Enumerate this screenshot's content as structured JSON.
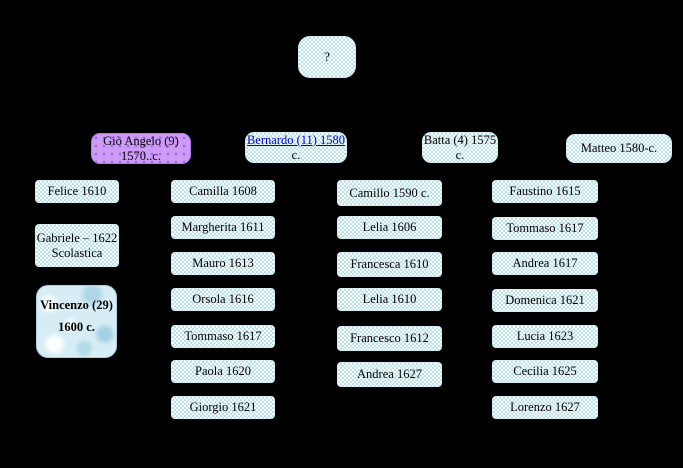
{
  "colors": {
    "background": "#000000",
    "box_checker_blue": "#b7e3eb",
    "box_purple": "#cb9bf9",
    "box_water_blue": "#d7edf5",
    "link_blue": "#0000dd",
    "text": "#000000"
  },
  "root": {
    "label": "?"
  },
  "generation2": [
    {
      "line1": "Giò Angelo (9)",
      "line2": "1570..c."
    },
    {
      "line1": "Bernardo (11) 1580",
      "line2": "c."
    },
    {
      "line1": "Batta (4) 1575",
      "line2": "c."
    },
    {
      "line1": "Matteo 1580-c."
    }
  ],
  "column_left": [
    {
      "line1": "Felice 1610"
    },
    {
      "line1": "Gabriele – 1622",
      "line2": "Scolastica"
    },
    {
      "line1": "Vincenzo (29)",
      "line2": "1600 c."
    }
  ],
  "column_camilla": [
    {
      "line1": "Camilla 1608"
    },
    {
      "line1": "Margherita 1611"
    },
    {
      "line1": "Mauro 1613"
    },
    {
      "line1": "Orsola 1616"
    },
    {
      "line1": "Tommaso 1617"
    },
    {
      "line1": "Paola 1620"
    },
    {
      "line1": "Giorgio 1621"
    }
  ],
  "column_camillo": [
    {
      "line1": "Camillo 1590 c."
    },
    {
      "line1": "Lelia 1606"
    },
    {
      "line1": "Francesca 1610"
    },
    {
      "line1": "Lelia 1610"
    },
    {
      "line1": "Francesco 1612"
    },
    {
      "line1": "Andrea 1627"
    }
  ],
  "column_faustino": [
    {
      "line1": "Faustino 1615"
    },
    {
      "line1": "Tommaso 1617"
    },
    {
      "line1": "Andrea 1617"
    },
    {
      "line1": "Domenica 1621"
    },
    {
      "line1": "Lucia 1623"
    },
    {
      "line1": "Cecilia 1625"
    },
    {
      "line1": "Lorenzo 1627"
    }
  ]
}
